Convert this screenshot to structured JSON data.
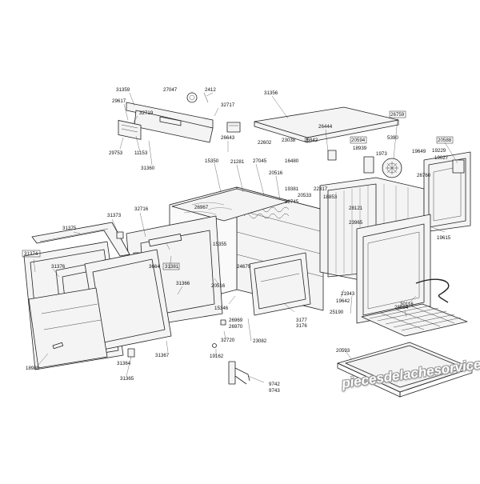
{
  "labels": [
    {
      "id": "l31359",
      "text": "31359"
    },
    {
      "id": "l27047",
      "text": "27047"
    },
    {
      "id": "l2412",
      "text": "2412"
    },
    {
      "id": "l29617",
      "text": "29617"
    },
    {
      "id": "l32717",
      "text": "32717"
    },
    {
      "id": "l32719",
      "text": "32719"
    },
    {
      "id": "l29753",
      "text": "29753"
    },
    {
      "id": "l11153",
      "text": "11153"
    },
    {
      "id": "l31360",
      "text": "31360"
    },
    {
      "id": "l26643",
      "text": "26643"
    },
    {
      "id": "l31356",
      "text": "31356"
    },
    {
      "id": "l26444",
      "text": "26444"
    },
    {
      "id": "l26759",
      "text": "26759"
    },
    {
      "id": "l22602",
      "text": "22602"
    },
    {
      "id": "l23038",
      "text": "23038"
    },
    {
      "id": "l26842",
      "text": "26842"
    },
    {
      "id": "l20594",
      "text": "20594"
    },
    {
      "id": "l5390",
      "text": "5390"
    },
    {
      "id": "l16480",
      "text": "16480"
    },
    {
      "id": "l18939",
      "text": "18939"
    },
    {
      "id": "l1973",
      "text": "1973"
    },
    {
      "id": "l19649",
      "text": "19649"
    },
    {
      "id": "l20588",
      "text": "20588"
    },
    {
      "id": "l19229",
      "text": "19229"
    },
    {
      "id": "l19027",
      "text": "19027"
    },
    {
      "id": "l15350",
      "text": "15350"
    },
    {
      "id": "l21281",
      "text": "21281"
    },
    {
      "id": "l27045",
      "text": "27045"
    },
    {
      "id": "l20516a",
      "text": "20516"
    },
    {
      "id": "l26760",
      "text": "26760"
    },
    {
      "id": "l19381",
      "text": "19381"
    },
    {
      "id": "l22317",
      "text": "22317"
    },
    {
      "id": "l20533",
      "text": "20533"
    },
    {
      "id": "l18853",
      "text": "18853"
    },
    {
      "id": "l28745",
      "text": "28745"
    },
    {
      "id": "l26967",
      "text": "26967"
    },
    {
      "id": "l32716",
      "text": "32716"
    },
    {
      "id": "l28121",
      "text": "28121"
    },
    {
      "id": "l31373",
      "text": "31373"
    },
    {
      "id": "l23965",
      "text": "23965"
    },
    {
      "id": "l31375",
      "text": "31375"
    },
    {
      "id": "l19615",
      "text": "19615"
    },
    {
      "id": "l31374",
      "text": "31374"
    },
    {
      "id": "l15355",
      "text": "15355"
    },
    {
      "id": "l24679",
      "text": "24679"
    },
    {
      "id": "l3664",
      "text": "3664"
    },
    {
      "id": "l31381",
      "text": "31381"
    },
    {
      "id": "l31376",
      "text": "31376"
    },
    {
      "id": "l20516b",
      "text": "20516"
    },
    {
      "id": "l31366",
      "text": "31366"
    },
    {
      "id": "l21943",
      "text": "21943"
    },
    {
      "id": "l19642",
      "text": "19642"
    },
    {
      "id": "l25190",
      "text": "25190"
    },
    {
      "id": "l30116",
      "text": "30116"
    },
    {
      "id": "l15346",
      "text": "15346"
    },
    {
      "id": "l28664",
      "text": "28664"
    },
    {
      "id": "l26969",
      "text": "26969"
    },
    {
      "id": "l26970",
      "text": "26970"
    },
    {
      "id": "l3177",
      "text": "3177"
    },
    {
      "id": "l3176",
      "text": "3176"
    },
    {
      "id": "l32720",
      "text": "32720"
    },
    {
      "id": "l23082",
      "text": "23082"
    },
    {
      "id": "l31367",
      "text": "31367"
    },
    {
      "id": "l19162",
      "text": "19162"
    },
    {
      "id": "l31364",
      "text": "31364"
    },
    {
      "id": "l20593",
      "text": "20593"
    },
    {
      "id": "l18980",
      "text": "18980"
    },
    {
      "id": "l31365",
      "text": "31365"
    },
    {
      "id": "l9742",
      "text": "9742"
    },
    {
      "id": "l9743",
      "text": "9743"
    }
  ],
  "watermark": "piecesdelachesorvice.com"
}
